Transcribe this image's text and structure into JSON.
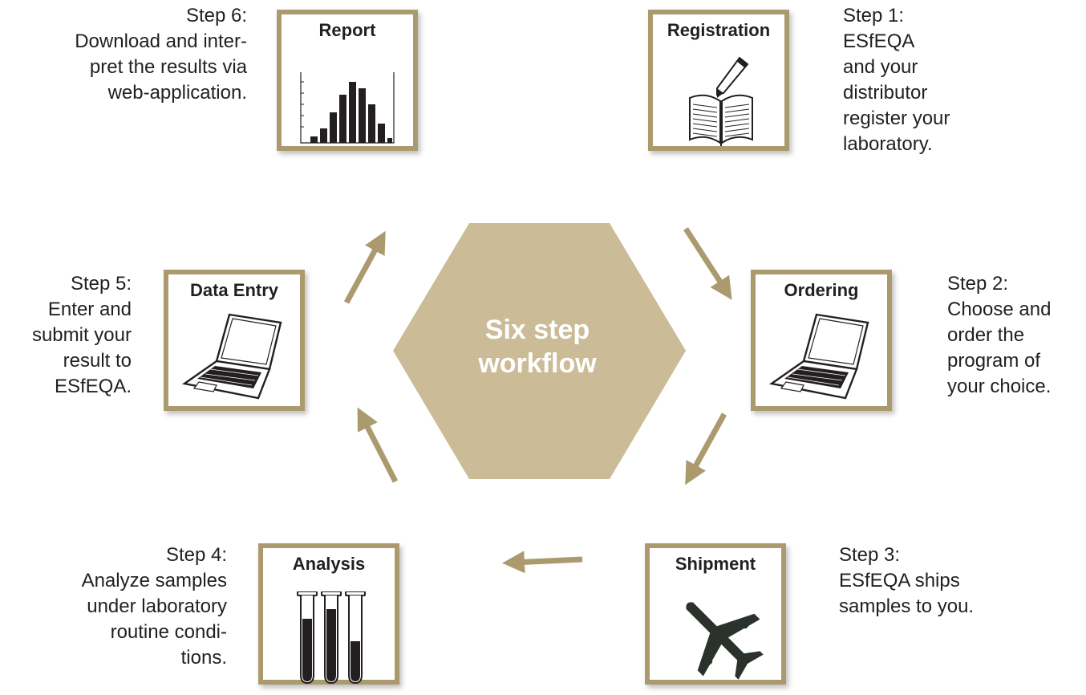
{
  "colors": {
    "accent": "#ac9a6f",
    "hexagon": "#cbbc97",
    "icon": "#231f20",
    "plane": "#2b322c"
  },
  "center": {
    "line1": "Six step",
    "line2": "workflow"
  },
  "steps": [
    {
      "title": "Registration",
      "icon": "book-pencil-icon",
      "caption": [
        "Step 1:",
        "ESfEQA",
        "and your",
        "distributor",
        "register your",
        "laboratory."
      ]
    },
    {
      "title": "Ordering",
      "icon": "laptop-icon",
      "caption": [
        "Step 2:",
        "Choose and",
        "order the",
        "program of",
        "your choice."
      ]
    },
    {
      "title": "Shipment",
      "icon": "airplane-icon",
      "caption": [
        "Step 3:",
        "ESfEQA ships",
        "samples to you."
      ]
    },
    {
      "title": "Analysis",
      "icon": "test-tubes-icon",
      "caption": [
        "Step 4:",
        "Analyze samples",
        "under laboratory",
        "routine condi-",
        "tions."
      ]
    },
    {
      "title": "Data Entry",
      "icon": "laptop-icon",
      "caption": [
        "Step 5:",
        "Enter and",
        "submit your",
        "result to",
        "ESfEQA."
      ]
    },
    {
      "title": "Report",
      "icon": "histogram-icon",
      "caption": [
        "Step 6:",
        "Download and inter-",
        "pret the results via",
        "web-application."
      ]
    }
  ]
}
